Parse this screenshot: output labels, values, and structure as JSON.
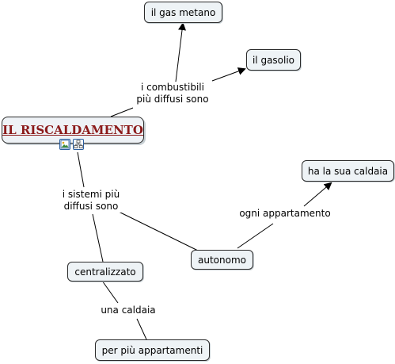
{
  "main_concept": {
    "title": "IL RISCALDAMENTO",
    "resource_icons": [
      "image-icon",
      "submap-icon"
    ]
  },
  "concepts": {
    "gas_metano": "il gas metano",
    "gasolio": "il gasolio",
    "caldaia_propria": "ha la sua caldaia",
    "autonomo": "autonomo",
    "centralizzato": "centralizzato",
    "piu_appartamenti": "per più appartamenti"
  },
  "linking_phrases": {
    "combustibili": [
      "i combustibili",
      "più diffusi sono"
    ],
    "sistemi": [
      "i sistemi più",
      "diffusi sono"
    ],
    "ogni_appartamento": "ogni appartamento",
    "una_caldaia": "una caldaia"
  },
  "colors": {
    "main_title": "#8b1a1a",
    "node_fill": "#eef3f6",
    "node_border": "#2b2b2b",
    "line": "#000000",
    "icon_border": "#2a5d9e"
  }
}
